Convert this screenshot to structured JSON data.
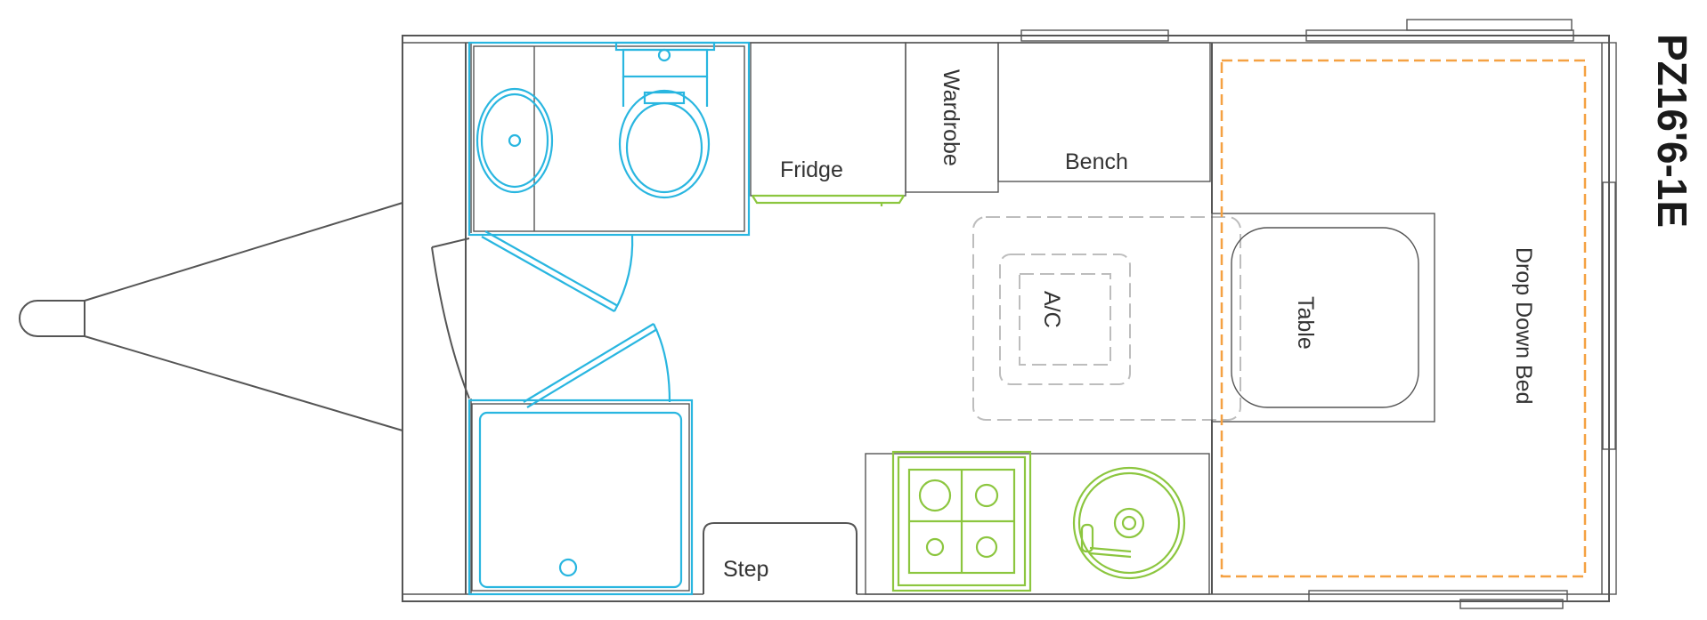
{
  "model": "PZ16'6-1E",
  "labels": {
    "fridge": "Fridge",
    "wardrobe": "Wardrobe",
    "bench": "Bench",
    "ac": "A/C",
    "table": "Table",
    "bed": "Drop Down Bed",
    "step": "Step"
  },
  "colors": {
    "walls": "#555555",
    "bathroom_fixtures": "#29b6e0",
    "kitchen_appliances": "#8cc63f",
    "bed_outline": "#f5a142",
    "ac_outline": "#bdbdbd"
  }
}
